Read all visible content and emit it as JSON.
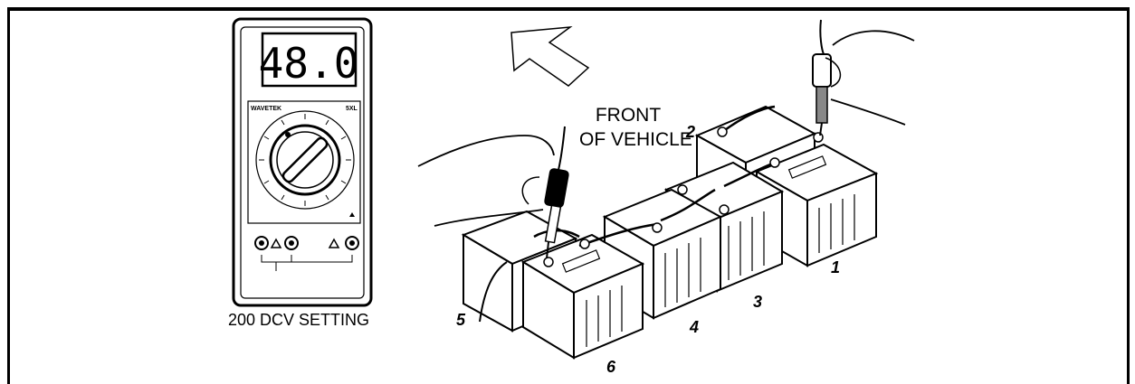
{
  "meter": {
    "display": "48.0",
    "brand": "WAVETEK",
    "model": "5XL",
    "setting_caption": "200 DCV SETTING"
  },
  "direction_label": {
    "line1": "FRONT",
    "line2": "OF VEHICLE"
  },
  "batteries": {
    "labels": [
      "1",
      "2",
      "3",
      "4",
      "5",
      "6"
    ]
  }
}
